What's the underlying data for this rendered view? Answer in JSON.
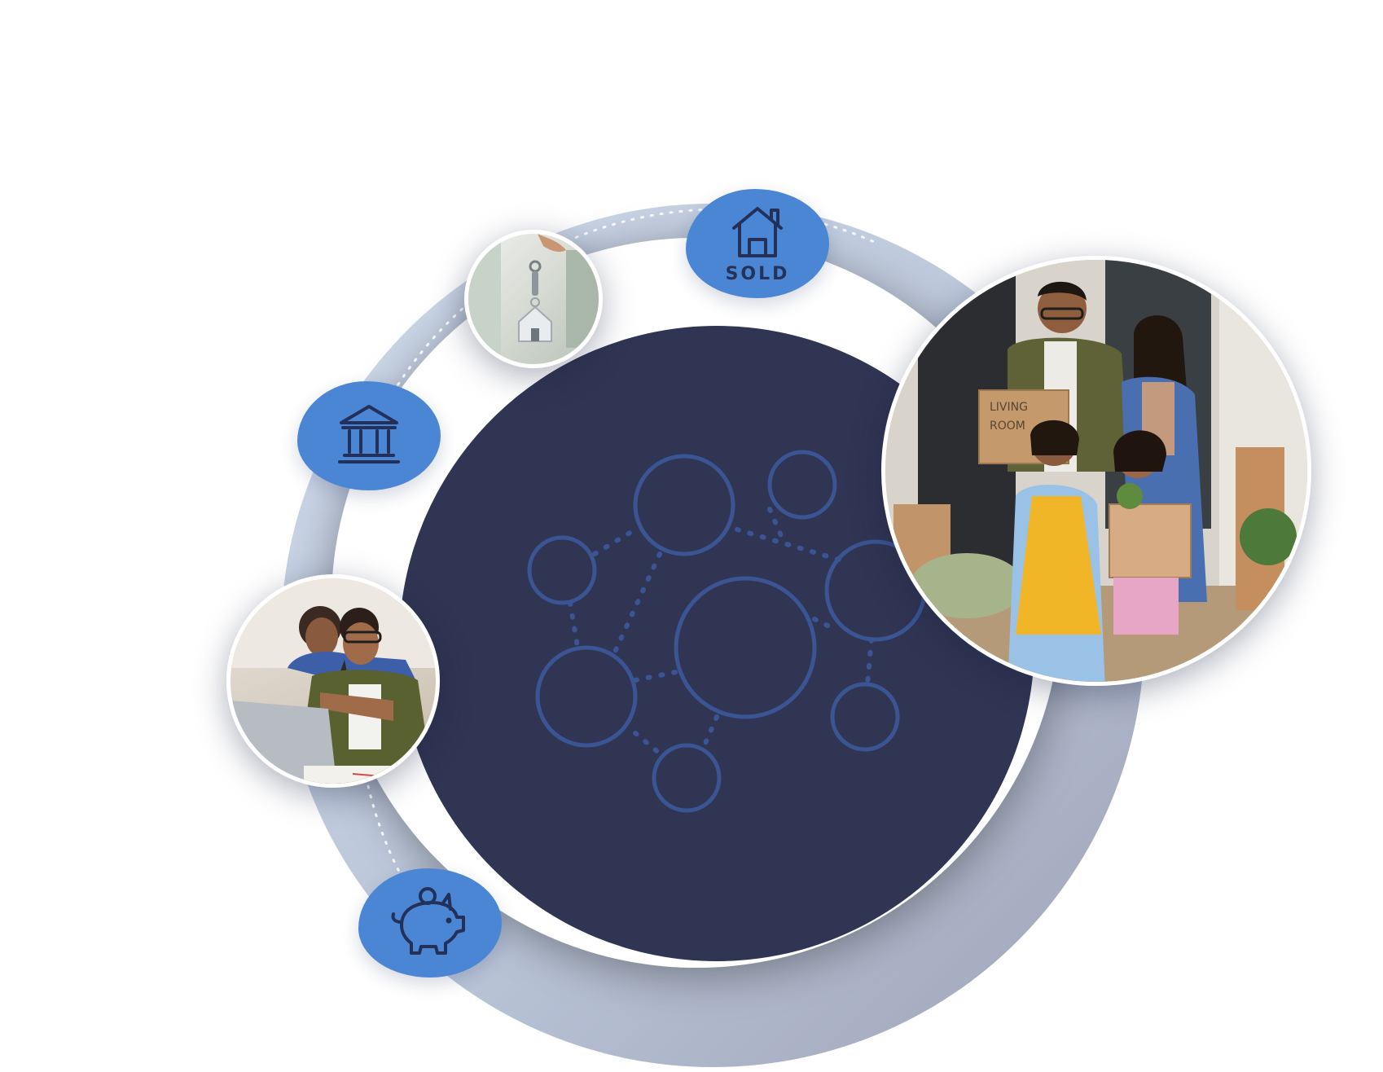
{
  "colors": {
    "background": "#ffffff",
    "core_circle": "#303553",
    "network_stroke": "#3b5594",
    "outer_ring_light": "#c9d6e8",
    "outer_ring_dark": "#9da1b4",
    "icon_blob": "#4a86d4",
    "icon_stroke": "#22305a"
  },
  "hub": {
    "icon": "network-circles-icon"
  },
  "nodes": {
    "sold_house": {
      "icon": "house-icon",
      "label": "SOLD"
    },
    "bank": {
      "icon": "bank-icon"
    },
    "piggy_bank": {
      "icon": "piggy-bank-icon"
    },
    "house_keys": {
      "icon": "house-keys-photo"
    },
    "couple_laptop": {
      "icon": "couple-laptop-photo"
    },
    "family_moving": {
      "icon": "family-moving-photo",
      "box_label": "LIVING ROOM"
    }
  }
}
